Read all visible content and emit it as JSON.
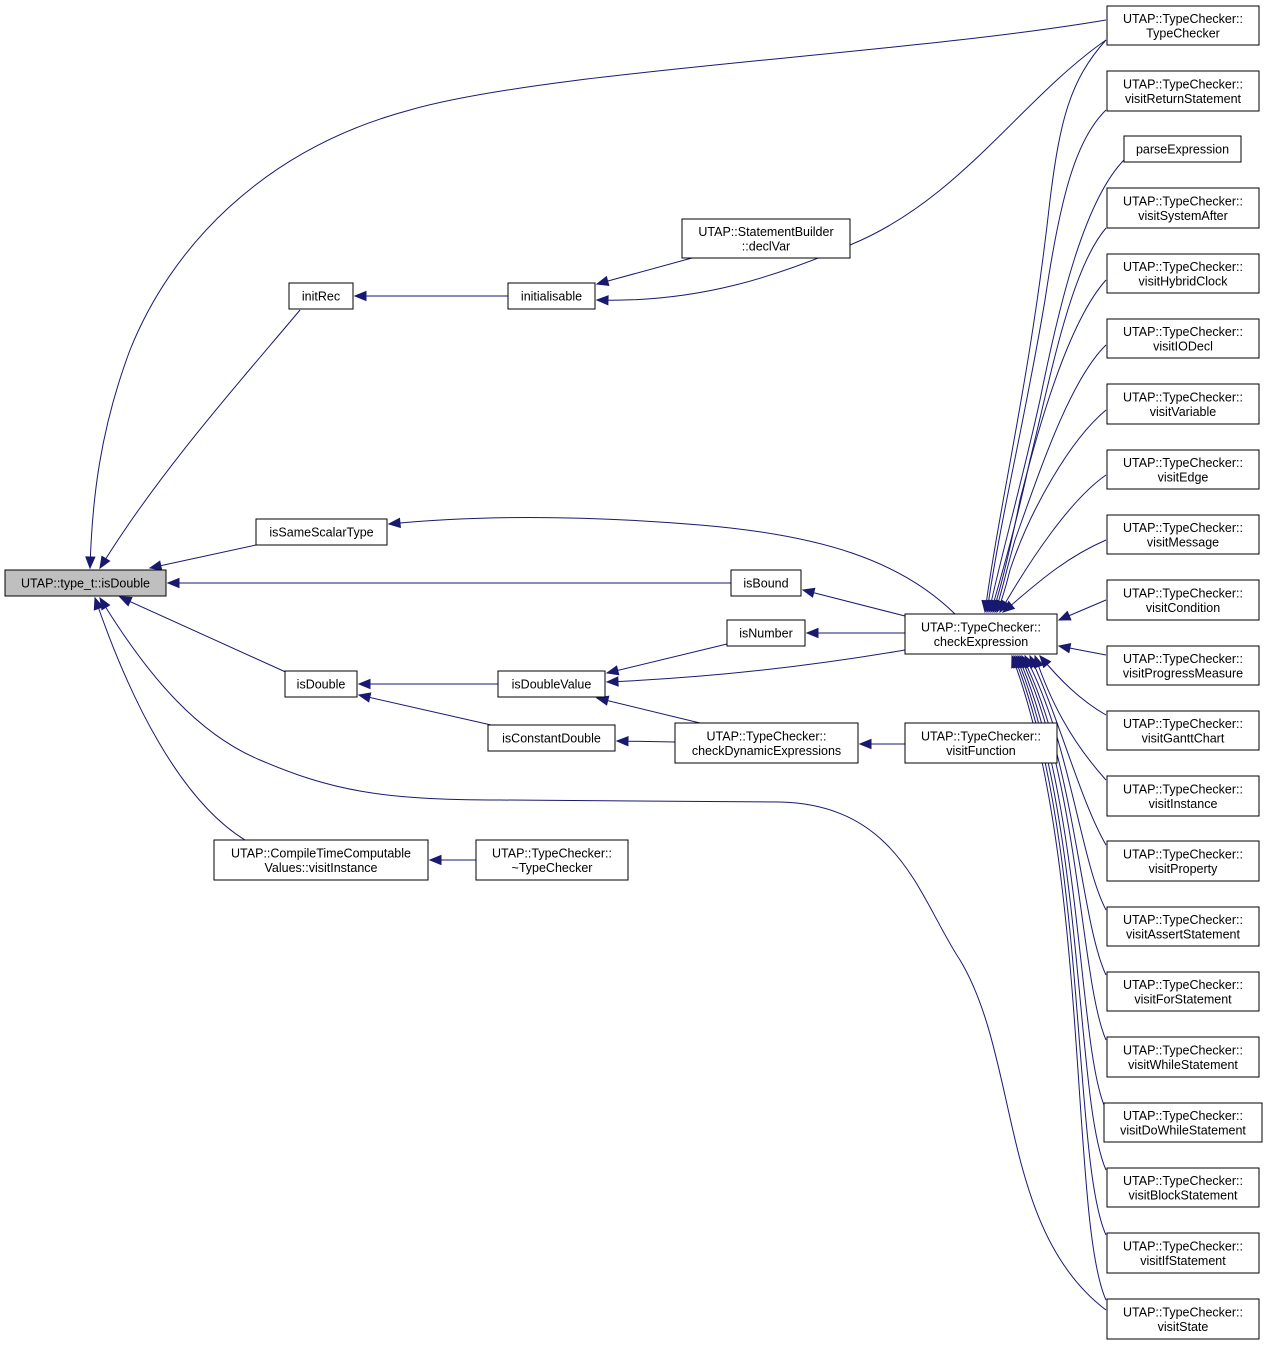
{
  "diagram": {
    "root": "n-root",
    "nodes": [
      {
        "id": "n-root",
        "lines": [
          "UTAP::type_t::isDouble"
        ]
      },
      {
        "id": "n-initrec",
        "lines": [
          "initRec"
        ]
      },
      {
        "id": "n-initialisable",
        "lines": [
          "initialisable"
        ]
      },
      {
        "id": "n-declvar",
        "lines": [
          "UTAP::StatementBuilder",
          "::declVar"
        ]
      },
      {
        "id": "n-issamescalar",
        "lines": [
          "isSameScalarType"
        ]
      },
      {
        "id": "n-isbound",
        "lines": [
          "isBound"
        ]
      },
      {
        "id": "n-isnumber",
        "lines": [
          "isNumber"
        ]
      },
      {
        "id": "n-isdouble",
        "lines": [
          "isDouble"
        ]
      },
      {
        "id": "n-isdoublevalue",
        "lines": [
          "isDoubleValue"
        ]
      },
      {
        "id": "n-isconstantdouble",
        "lines": [
          "isConstantDouble"
        ]
      },
      {
        "id": "n-checkdynamic",
        "lines": [
          "UTAP::TypeChecker::",
          "checkDynamicExpressions"
        ]
      },
      {
        "id": "n-visitfunction",
        "lines": [
          "UTAP::TypeChecker::",
          "visitFunction"
        ]
      },
      {
        "id": "n-checkexpr",
        "lines": [
          "UTAP::TypeChecker::",
          "checkExpression"
        ]
      },
      {
        "id": "n-ctcv",
        "lines": [
          "UTAP::CompileTimeComputable",
          "Values::visitInstance"
        ]
      },
      {
        "id": "n-dtor",
        "lines": [
          "UTAP::TypeChecker::",
          "~TypeChecker"
        ]
      },
      {
        "id": "n-typechecker",
        "lines": [
          "UTAP::TypeChecker::",
          "TypeChecker"
        ]
      },
      {
        "id": "n-returnstmt",
        "lines": [
          "UTAP::TypeChecker::",
          "visitReturnStatement"
        ]
      },
      {
        "id": "n-parseexpr",
        "lines": [
          "parseExpression"
        ]
      },
      {
        "id": "n-systemafter",
        "lines": [
          "UTAP::TypeChecker::",
          "visitSystemAfter"
        ]
      },
      {
        "id": "n-hybridclock",
        "lines": [
          "UTAP::TypeChecker::",
          "visitHybridClock"
        ]
      },
      {
        "id": "n-iodecl",
        "lines": [
          "UTAP::TypeChecker::",
          "visitIODecl"
        ]
      },
      {
        "id": "n-variable",
        "lines": [
          "UTAP::TypeChecker::",
          "visitVariable"
        ]
      },
      {
        "id": "n-edge",
        "lines": [
          "UTAP::TypeChecker::",
          "visitEdge"
        ]
      },
      {
        "id": "n-message",
        "lines": [
          "UTAP::TypeChecker::",
          "visitMessage"
        ]
      },
      {
        "id": "n-condition",
        "lines": [
          "UTAP::TypeChecker::",
          "visitCondition"
        ]
      },
      {
        "id": "n-progress",
        "lines": [
          "UTAP::TypeChecker::",
          "visitProgressMeasure"
        ]
      },
      {
        "id": "n-gantt",
        "lines": [
          "UTAP::TypeChecker::",
          "visitGanttChart"
        ]
      },
      {
        "id": "n-instance",
        "lines": [
          "UTAP::TypeChecker::",
          "visitInstance"
        ]
      },
      {
        "id": "n-property",
        "lines": [
          "UTAP::TypeChecker::",
          "visitProperty"
        ]
      },
      {
        "id": "n-assert",
        "lines": [
          "UTAP::TypeChecker::",
          "visitAssertStatement"
        ]
      },
      {
        "id": "n-for",
        "lines": [
          "UTAP::TypeChecker::",
          "visitForStatement"
        ]
      },
      {
        "id": "n-while",
        "lines": [
          "UTAP::TypeChecker::",
          "visitWhileStatement"
        ]
      },
      {
        "id": "n-dowhile",
        "lines": [
          "UTAP::TypeChecker::",
          "visitDoWhileStatement"
        ]
      },
      {
        "id": "n-block",
        "lines": [
          "UTAP::TypeChecker::",
          "visitBlockStatement"
        ]
      },
      {
        "id": "n-if",
        "lines": [
          "UTAP::TypeChecker::",
          "visitIfStatement"
        ]
      },
      {
        "id": "n-state",
        "lines": [
          "UTAP::TypeChecker::",
          "visitState"
        ]
      }
    ],
    "edges": [
      {
        "from": "n-typechecker",
        "to": "n-root"
      },
      {
        "from": "n-initrec",
        "to": "n-root"
      },
      {
        "from": "n-issamescalar",
        "to": "n-root"
      },
      {
        "from": "n-isbound",
        "to": "n-root"
      },
      {
        "from": "n-isdouble",
        "to": "n-root"
      },
      {
        "from": "n-state",
        "to": "n-root"
      },
      {
        "from": "n-ctcv",
        "to": "n-root"
      },
      {
        "from": "n-initialisable",
        "to": "n-initrec"
      },
      {
        "from": "n-declvar",
        "to": "n-initialisable"
      },
      {
        "from": "n-typechecker",
        "to": "n-initialisable"
      },
      {
        "from": "n-checkexpr",
        "to": "n-issamescalar"
      },
      {
        "from": "n-checkexpr",
        "to": "n-isbound"
      },
      {
        "from": "n-checkexpr",
        "to": "n-isnumber"
      },
      {
        "from": "n-isnumber",
        "to": "n-isdoublevalue"
      },
      {
        "from": "n-checkexpr",
        "to": "n-isdoublevalue"
      },
      {
        "from": "n-checkdynamic",
        "to": "n-isdoublevalue"
      },
      {
        "from": "n-isdoublevalue",
        "to": "n-isdouble"
      },
      {
        "from": "n-isconstantdouble",
        "to": "n-isdouble"
      },
      {
        "from": "n-checkdynamic",
        "to": "n-isconstantdouble"
      },
      {
        "from": "n-visitfunction",
        "to": "n-checkdynamic"
      },
      {
        "from": "n-dtor",
        "to": "n-ctcv"
      },
      {
        "from": "n-typechecker",
        "to": "n-checkexpr"
      },
      {
        "from": "n-returnstmt",
        "to": "n-checkexpr"
      },
      {
        "from": "n-parseexpr",
        "to": "n-checkexpr"
      },
      {
        "from": "n-systemafter",
        "to": "n-checkexpr"
      },
      {
        "from": "n-hybridclock",
        "to": "n-checkexpr"
      },
      {
        "from": "n-iodecl",
        "to": "n-checkexpr"
      },
      {
        "from": "n-variable",
        "to": "n-checkexpr"
      },
      {
        "from": "n-edge",
        "to": "n-checkexpr"
      },
      {
        "from": "n-message",
        "to": "n-checkexpr"
      },
      {
        "from": "n-condition",
        "to": "n-checkexpr"
      },
      {
        "from": "n-progress",
        "to": "n-checkexpr"
      },
      {
        "from": "n-gantt",
        "to": "n-checkexpr"
      },
      {
        "from": "n-instance",
        "to": "n-checkexpr"
      },
      {
        "from": "n-property",
        "to": "n-checkexpr"
      },
      {
        "from": "n-assert",
        "to": "n-checkexpr"
      },
      {
        "from": "n-for",
        "to": "n-checkexpr"
      },
      {
        "from": "n-while",
        "to": "n-checkexpr"
      },
      {
        "from": "n-dowhile",
        "to": "n-checkexpr"
      },
      {
        "from": "n-block",
        "to": "n-checkexpr"
      },
      {
        "from": "n-if",
        "to": "n-checkexpr"
      },
      {
        "from": "n-state",
        "to": "n-checkexpr"
      }
    ],
    "colors": {
      "edge": "#191970",
      "root_fill": "#bfbfbf",
      "node_fill": "#ffffff",
      "node_border": "#000000"
    }
  }
}
